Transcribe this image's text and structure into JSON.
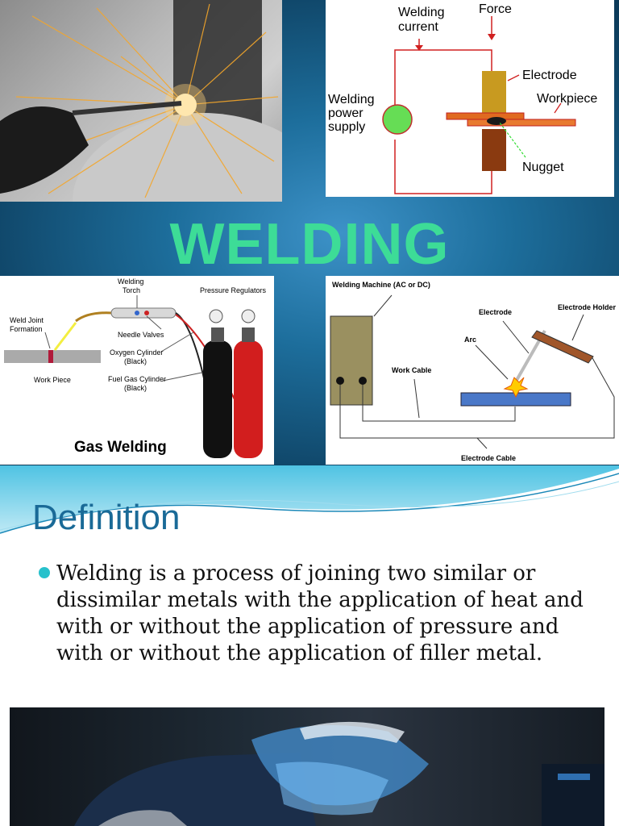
{
  "slide1": {
    "title": "WELDING",
    "resistance_diagram": {
      "label_current_line1": "Welding",
      "label_current_line2": "current",
      "label_force": "Force",
      "label_electrode": "Electrode",
      "label_workpiece": "Workpiece",
      "label_supply_line1": "Welding",
      "label_supply_line2": "power",
      "label_supply_line3": "supply",
      "label_nugget": "Nugget"
    },
    "gas_diagram": {
      "label_torch_line1": "Welding",
      "label_torch_line2": "Torch",
      "label_regulators": "Pressure Regulators",
      "label_joint_line1": "Weld Joint",
      "label_joint_line2": "Formation",
      "label_needle": "Needle Valves",
      "label_oxygen_line1": "Oxygen Cylinder",
      "label_oxygen_line2": "(Black)",
      "label_fuel_line1": "Fuel Gas Cylinder",
      "label_fuel_line2": "(Black)",
      "label_workpiece": "Work Piece",
      "caption": "Gas Welding"
    },
    "arc_diagram": {
      "label_machine": "Welding Machine (AC or DC)",
      "label_electrode": "Electrode",
      "label_holder": "Electrode Holder",
      "label_arc": "Arc",
      "label_work_cable": "Work Cable",
      "label_electrode_cable": "Electrode Cable"
    }
  },
  "slide2": {
    "heading": "Definition",
    "body": "Welding is a process of joining two similar or dissimilar metals with the application of heat and with or without the application of pressure and with or without the application of filler metal."
  },
  "colors": {
    "title": "#3ddc97",
    "heading": "#1a6a97",
    "bullet": "#27c1cc"
  }
}
